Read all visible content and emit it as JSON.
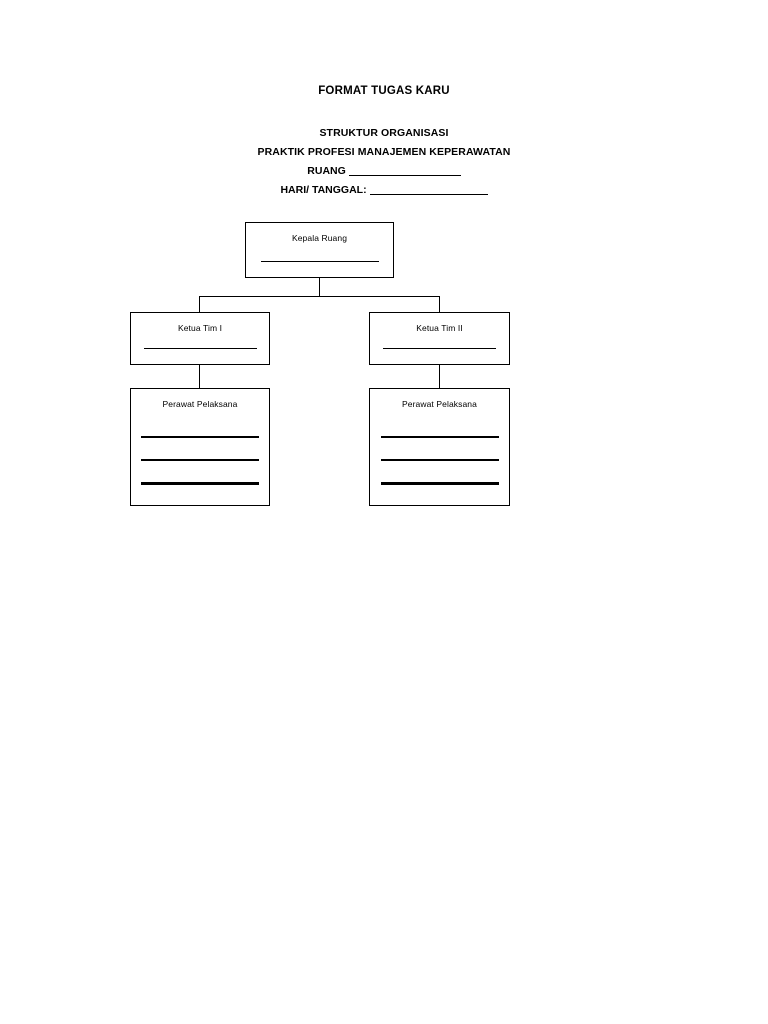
{
  "document": {
    "title": "FORMAT TUGAS KARU",
    "subtitle_line_1": "STRUKTUR ORGANISASI",
    "subtitle_line_2": "PRAKTIK PROFESI MANAJEMEN KEPERAWATAN"
  },
  "fields": [
    {
      "label": "RUANG",
      "value": ""
    },
    {
      "label": "HARI/ TANGGAL:",
      "value": ""
    }
  ],
  "chart_data": {
    "type": "diagram",
    "diagram_kind": "organizational-chart",
    "title": "STRUKTUR ORGANISASI",
    "nodes": [
      {
        "id": "kepala",
        "label": "Kepala Ruang",
        "level": 0,
        "blank_lines": 1
      },
      {
        "id": "ketua-tim-1",
        "label": "Ketua Tim I",
        "level": 1,
        "blank_lines": 1
      },
      {
        "id": "ketua-tim-2",
        "label": "Ketua Tim II",
        "level": 1,
        "blank_lines": 1
      },
      {
        "id": "perawat-pelaksana-1",
        "label": "Perawat Pelaksana",
        "level": 2,
        "blank_lines": 3
      },
      {
        "id": "perawat-pelaksana-2",
        "label": "Perawat Pelaksana",
        "level": 2,
        "blank_lines": 3
      }
    ],
    "edges": [
      {
        "from": "kepala",
        "to": "ketua-tim-1"
      },
      {
        "from": "kepala",
        "to": "ketua-tim-2"
      },
      {
        "from": "ketua-tim-1",
        "to": "perawat-pelaksana-1"
      },
      {
        "from": "ketua-tim-2",
        "to": "perawat-pelaksana-2"
      }
    ],
    "colors": {
      "stroke": "#000000",
      "background": "#ffffff",
      "text": "#000000"
    }
  }
}
